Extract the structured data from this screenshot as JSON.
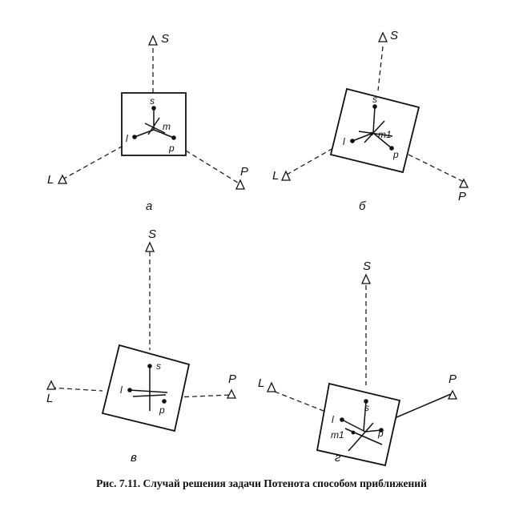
{
  "panels": [
    {
      "id": "a",
      "sub": "а",
      "S": "S",
      "L": "L",
      "P": "P",
      "s": "s",
      "l": "l",
      "p": "p",
      "m": "m"
    },
    {
      "id": "b",
      "sub": "б",
      "S": "S",
      "L": "L",
      "P": "P",
      "s": "s",
      "l": "l",
      "p": "p",
      "m": "m1"
    },
    {
      "id": "v",
      "sub": "в",
      "S": "S",
      "L": "L",
      "P": "P",
      "s": "s",
      "l": "l",
      "p": "p"
    },
    {
      "id": "g",
      "sub": "г",
      "S": "S",
      "L": "L",
      "P": "P",
      "s": "s",
      "l": "l",
      "p": "p",
      "m": "m1"
    }
  ],
  "caption": "Рис. 7.11. Случай решения задачи Потенота способом приближений"
}
